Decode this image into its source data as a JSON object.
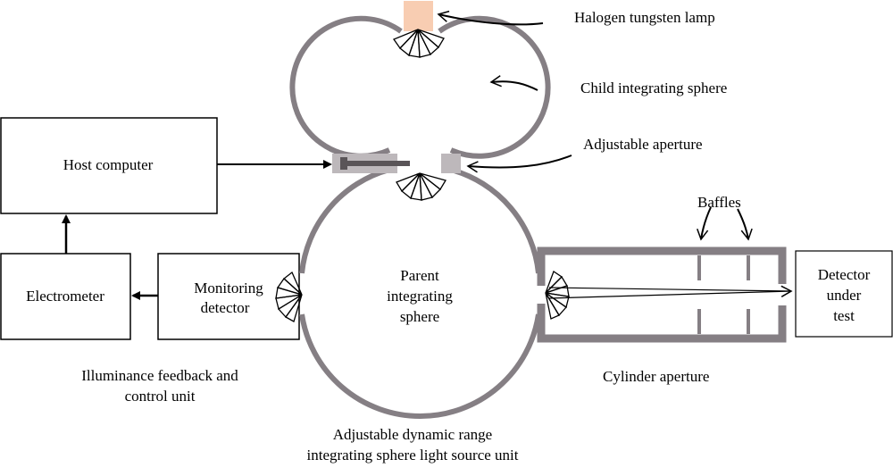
{
  "labels": {
    "host_computer": "Host computer",
    "electrometer": "Electrometer",
    "monitoring_detector_1": "Monitoring",
    "monitoring_detector_2": "detector",
    "parent_sphere_1": "Parent",
    "parent_sphere_2": "integrating",
    "parent_sphere_3": "sphere",
    "detector_under_test_1": "Detector",
    "detector_under_test_2": "under",
    "detector_under_test_3": "test",
    "halogen_lamp": "Halogen tungsten lamp",
    "child_sphere": "Child integrating sphere",
    "adjustable_aperture": "Adjustable aperture",
    "baffles": "Baffles",
    "cylinder_aperture": "Cylinder aperture",
    "feedback_unit_1": "Illuminance feedback and",
    "feedback_unit_2": "control unit",
    "source_unit_1": "Adjustable dynamic range",
    "source_unit_2": "integrating sphere light source unit"
  },
  "colors": {
    "sphere_stroke": "#857f84",
    "aperture_block": "#bdb8bb",
    "lamp": "#f8cdb2",
    "line": "#000000"
  }
}
